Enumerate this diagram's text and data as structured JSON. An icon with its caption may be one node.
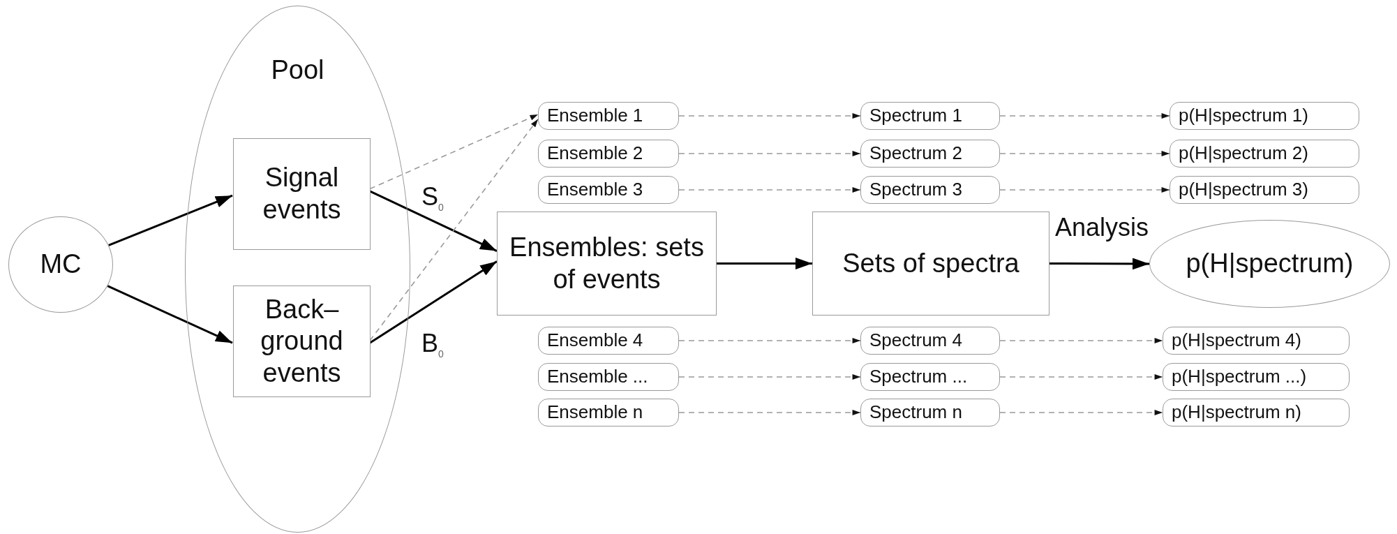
{
  "diagram": {
    "nodes": [
      {
        "text": [
          "MC"
        ]
      },
      {
        "text": [
          "Pool"
        ]
      },
      {
        "text": [
          "Signal events"
        ],
        "in": 1
      },
      {
        "text": [
          "Back– ground events"
        ],
        "in": 1
      },
      {
        "text": [
          "Ensembles: sets of events"
        ]
      },
      {
        "text": [
          "Sets of spectra"
        ]
      },
      {
        "text": [
          "p(H|spectrum)"
        ]
      },
      {
        "text": [
          "Ensemble 1"
        ]
      },
      {
        "text": [
          "Ensemble 2"
        ]
      },
      {
        "text": [
          "Ensemble 3"
        ]
      },
      {
        "text": [
          "Ensemble 4"
        ]
      },
      {
        "text": [
          "Ensemble ..."
        ]
      },
      {
        "text": [
          "Ensemble n"
        ]
      },
      {
        "text": [
          "Spectrum 1"
        ]
      },
      {
        "text": [
          "Spectrum 2"
        ]
      },
      {
        "text": [
          "Spectrum 3"
        ]
      },
      {
        "text": [
          "Spectrum 4"
        ]
      },
      {
        "text": [
          "Spectrum ..."
        ]
      },
      {
        "text": [
          "Spectrum n"
        ]
      },
      {
        "text": [
          "p(H|spectrum 1)"
        ]
      },
      {
        "text": [
          "p(H|spectrum 2)"
        ]
      },
      {
        "text": [
          "p(H|spectrum 3)"
        ]
      },
      {
        "text": [
          "p(H|spectrum 4)"
        ]
      },
      {
        "text": [
          "p(H|spectrum ...)"
        ]
      },
      {
        "text": [
          "p(H|spectrum n)"
        ]
      }
    ],
    "edges": [
      {
        "from": 0,
        "to": 2,
        "arrow": "to",
        "color": "#000000"
      },
      {
        "from": 0,
        "to": 3,
        "arrow": "to",
        "color": "#000000"
      },
      {
        "from": 2,
        "to": 4,
        "arrow": "to",
        "color": "#000000",
        "label": "S$_{0}$"
      },
      {
        "from": 3,
        "to": 4,
        "arrow": "to",
        "color": "#000000",
        "label": "B$_{0}$"
      },
      {
        "from": 2,
        "to": 7,
        "arrow": "to",
        "style": "dashed"
      },
      {
        "from": 3,
        "to": 7,
        "arrow": "to",
        "style": "dashed"
      },
      {
        "from": 4,
        "to": 5,
        "arrow": "to",
        "color": "#000000"
      },
      {
        "from": 5,
        "to": 6,
        "arrow": "to",
        "color": "#000000",
        "label": "Analysis"
      },
      {
        "from": 7,
        "to": 13,
        "arrow": "to",
        "style": "dashed"
      },
      {
        "from": 13,
        "to": 19,
        "arrow": "to",
        "style": "dashed"
      },
      {
        "from": 8,
        "to": 14,
        "arrow": "to",
        "style": "dashed"
      },
      {
        "from": 14,
        "to": 20,
        "arrow": "to",
        "style": "dashed"
      },
      {
        "from": 9,
        "to": 15,
        "arrow": "to",
        "style": "dashed"
      },
      {
        "from": 15,
        "to": 21,
        "arrow": "to",
        "style": "dashed"
      },
      {
        "from": 10,
        "to": 16,
        "arrow": "to",
        "style": "dashed"
      },
      {
        "from": 16,
        "to": 22,
        "arrow": "to",
        "style": "dashed"
      },
      {
        "from": 11,
        "to": 17,
        "arrow": "to",
        "style": "dashed"
      },
      {
        "from": 17,
        "to": 23,
        "arrow": "to",
        "style": "dashed"
      },
      {
        "from": 12,
        "to": 18,
        "arrow": "to",
        "style": "dashed"
      },
      {
        "from": 18,
        "to": 24,
        "arrow": "to",
        "style": "dashed"
      }
    ]
  }
}
